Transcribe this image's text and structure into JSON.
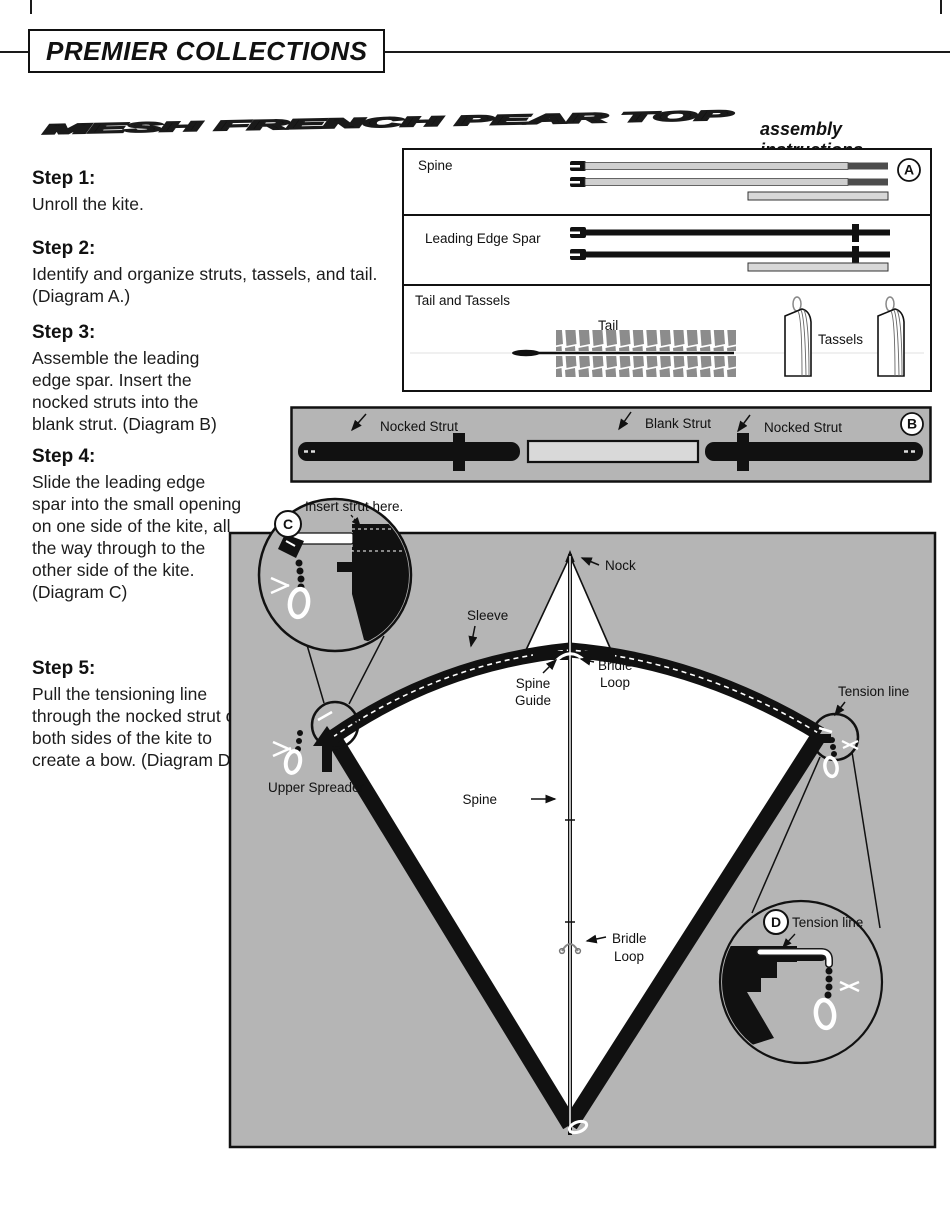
{
  "page": {
    "brand": "PREMIER COLLECTIONS",
    "title": "MESH FRENCH PEAR TOP",
    "subtitle": "assembly instructions"
  },
  "steps": [
    {
      "heading": "Step 1:",
      "body": "Unroll the kite."
    },
    {
      "heading": "Step 2:",
      "body": "Identify and organize struts, tassels, and tail. (Diagram A.)"
    },
    {
      "heading": "Step 3:",
      "body": "Assemble the leading edge spar. Insert the nocked struts into the blank strut. (Diagram B)"
    },
    {
      "heading": "Step 4:",
      "body": "Slide the leading edge spar into the small opening on one side of the kite, all the way through to the other side of the kite.(Diagram C)"
    },
    {
      "heading": "Step 5:",
      "body": "Pull the tensioning line through the nocked strut on both sides of the kite to create a bow. (Diagram D)"
    }
  ],
  "diagram_a": {
    "badge": "A",
    "section_spine": "Spine",
    "section_leading_edge": "Leading Edge Spar",
    "section_tail": "Tail and Tassels",
    "tail": "Tail",
    "tassels": "Tassels"
  },
  "diagram_b": {
    "badge": "B",
    "label_nocked_left": "Nocked Strut",
    "label_blank": "Blank Strut",
    "label_nocked_right": "Nocked Strut"
  },
  "diagram_main": {
    "inset_c": {
      "badge": "C",
      "label": "Insert strut here."
    },
    "inset_d": {
      "badge": "D",
      "label": "Tension line"
    },
    "labels": {
      "nock": "Nock",
      "sleeve": "Sleeve",
      "spine_guide_1": "Spine",
      "spine_guide_2": "Guide",
      "bridle_top_1": "Bridle",
      "bridle_top_2": "Loop",
      "tension_line": "Tension line",
      "upper_spreader": "Upper Spreader",
      "spine": "Spine",
      "bridle_bottom_1": "Bridle",
      "bridle_bottom_2": "Loop"
    }
  },
  "colors": {
    "panel_gray": "#b5b5b5",
    "rod_light": "#cfcfcf",
    "rod_tip_dark": "#4d4d4d",
    "ribbon_gray": "#8c8c8c",
    "ink": "#111111"
  }
}
